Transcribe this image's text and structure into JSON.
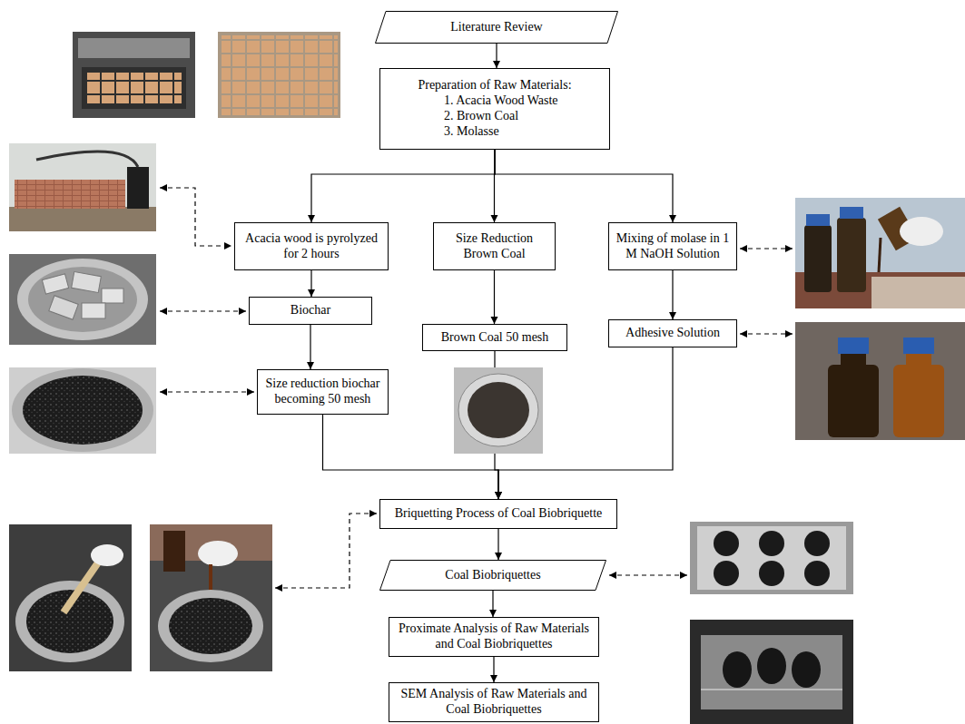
{
  "diagram": {
    "nodes": [
      {
        "text": [
          "Literature Review"
        ]
      },
      {
        "text": [
          "Preparation of Raw Materials:",
          "1. Acacia Wood Waste",
          "2. Brown Coal",
          "3. Molasse"
        ]
      },
      {
        "text": [
          "Acacia wood is pyrolyzed for 2 hours"
        ]
      },
      {
        "text": [
          "Size Reduction Brown Coal"
        ]
      },
      {
        "text": [
          "Mixing of molase in 1 M NaOH Solution"
        ]
      },
      {
        "text": [
          "Biochar"
        ]
      },
      {
        "text": [
          "Brown Coal 50 mesh"
        ]
      },
      {
        "text": [
          "Adhesive Solution"
        ]
      },
      {
        "text": [
          "Size reduction biochar becoming 50 mesh"
        ]
      },
      {
        "text": [
          "Briquetting Process of Coal Biobriquette"
        ]
      },
      {
        "text": [
          "Coal Biobriquettes"
        ]
      },
      {
        "text": [
          "Proximate Analysis of Raw Materials and Coal Biobriquettes"
        ]
      },
      {
        "text": [
          "SEM Analysis of Raw Materials and Coal Biobriquettes"
        ]
      }
    ],
    "edges": [
      {
        "from": 0,
        "to": 1,
        "arrow": "to"
      },
      {
        "from": 1,
        "to": 2,
        "arrow": "to"
      },
      {
        "from": 1,
        "to": 3,
        "arrow": "to"
      },
      {
        "from": 1,
        "to": 4,
        "arrow": "to"
      },
      {
        "from": 2,
        "to": 5,
        "arrow": "to"
      },
      {
        "from": 5,
        "to": 8,
        "arrow": "to"
      },
      {
        "from": 3,
        "to": 6,
        "arrow": "to"
      },
      {
        "from": 4,
        "to": 7,
        "arrow": "to"
      },
      {
        "from": 8,
        "to": 9,
        "arrow": "to"
      },
      {
        "from": 6,
        "to": 9,
        "arrow": "to"
      },
      {
        "from": 7,
        "to": 9,
        "arrow": "to"
      },
      {
        "from": 9,
        "to": 10,
        "arrow": "to"
      },
      {
        "from": 10,
        "to": 11,
        "arrow": "to"
      },
      {
        "from": 11,
        "to": 12,
        "arrow": "to"
      }
    ]
  }
}
